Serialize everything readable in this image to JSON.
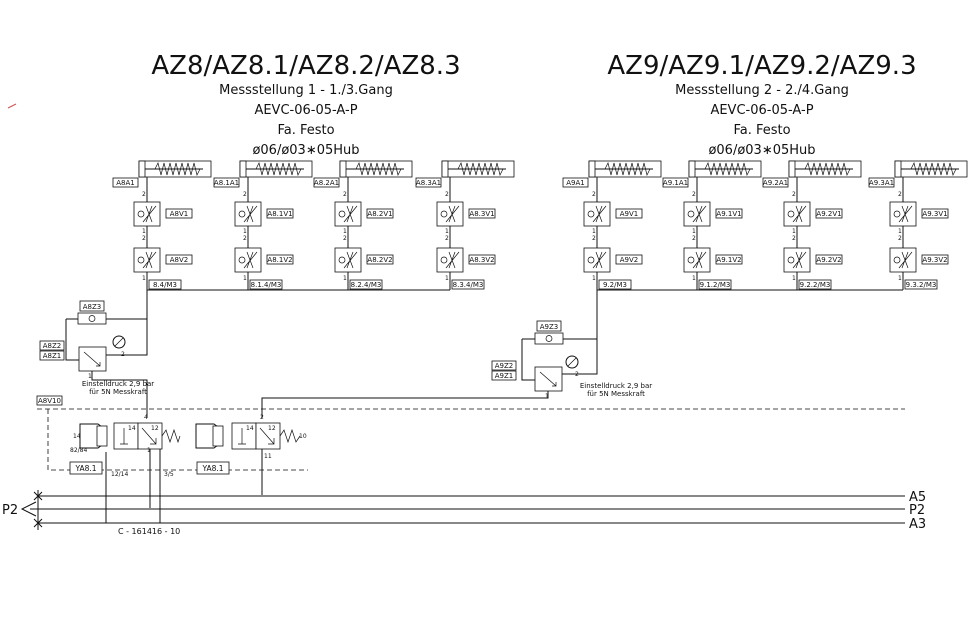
{
  "left": {
    "title": "AZ8/AZ8.1/AZ8.2/AZ8.3",
    "lines": [
      "Messstellung 1 - 1./3.Gang",
      "AEVC-06-05-A-P",
      "Fa. Festo",
      "ø06/ø03∗05Hub"
    ],
    "units": [
      {
        "a": "A8A1",
        "v1": "A8V1",
        "v2": "A8V2",
        "m": "8.4/M3"
      },
      {
        "a": "A8.1A1",
        "v1": "A8.1V1",
        "v2": "A8.1V2",
        "m": "8.1.4/M3"
      },
      {
        "a": "A8.2A1",
        "v1": "A8.2V1",
        "v2": "A8.2V2",
        "m": "8.2.4/M3"
      },
      {
        "a": "A8.3A1",
        "v1": "A8.3V1",
        "v2": "A8.3V2",
        "m": "8.3.4/M3"
      }
    ],
    "regulator": {
      "z3": "A8Z3",
      "z2": "A8Z2",
      "z1": "A8Z1",
      "note1": "Einstelldruck 2,9 bar",
      "note2": "für 5N Messkraft"
    }
  },
  "right": {
    "title": "AZ9/AZ9.1/AZ9.2/AZ9.3",
    "lines": [
      "Messstellung 2 - 2./4.Gang",
      "AEVC-06-05-A-P",
      "Fa. Festo",
      "ø06/ø03∗05Hub"
    ],
    "units": [
      {
        "a": "A9A1",
        "v1": "A9V1",
        "v2": "A9V2",
        "m": "9.2/M3"
      },
      {
        "a": "A9.1A1",
        "v1": "A9.1V1",
        "v2": "A9.1V2",
        "m": "9.1.2/M3"
      },
      {
        "a": "A9.2A1",
        "v1": "A9.2V1",
        "v2": "A9.2V2",
        "m": "9.2.2/M3"
      },
      {
        "a": "A9.3A1",
        "v1": "A9.3V1",
        "v2": "A9.3V2",
        "m": "9.3.2/M3"
      }
    ],
    "regulator": {
      "z3": "A9Z3",
      "z2": "A9Z2",
      "z1": "A9Z1",
      "note1": "Einstelldruck 2,9 bar",
      "note2": "für 5N Messkraft"
    }
  },
  "valve_block": {
    "label": "A8V10",
    "ya_left": "YA8.1",
    "ya_right": "YA8.1",
    "ports": {
      "p14": "14",
      "p12": "12",
      "p8284": "82/84",
      "p1214": "12/14",
      "p35": "3/5",
      "p4": "4",
      "p2": "2",
      "p1": "1",
      "p11": "11",
      "p10": "10"
    }
  },
  "bus": {
    "left_label": "P2",
    "lines": [
      "A5",
      "P2",
      "A3"
    ],
    "drawing_number": "C - 161416 - 10"
  }
}
